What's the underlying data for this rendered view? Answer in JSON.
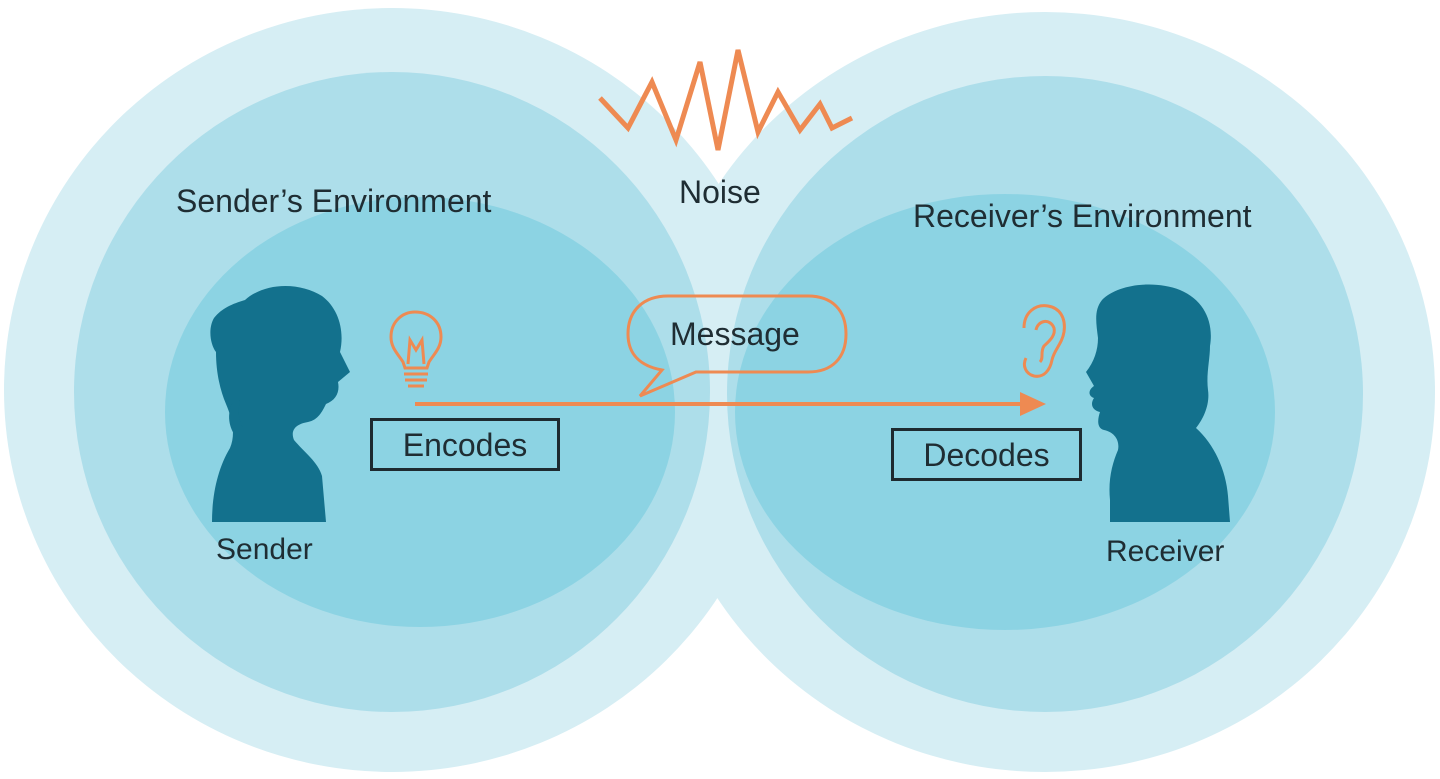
{
  "labels": {
    "sender_environment": "Sender’s Environment",
    "receiver_environment": "Receiver’s Environment",
    "noise": "Noise",
    "message": "Message",
    "encodes": "Encodes",
    "decodes": "Decodes",
    "sender": "Sender",
    "receiver": "Receiver"
  },
  "icons": {
    "idea": "lightbulb-icon",
    "listen": "ear-icon",
    "noise": "zigzag-noise-icon",
    "message": "speech-bubble-icon"
  },
  "colors": {
    "outer_ring": "#d6eef4",
    "middle_ring": "#a8dce9",
    "inner_ring": "#86d1e2",
    "silhouette": "#13718d",
    "accent": "#ee8a52",
    "text": "#1f2d33"
  }
}
